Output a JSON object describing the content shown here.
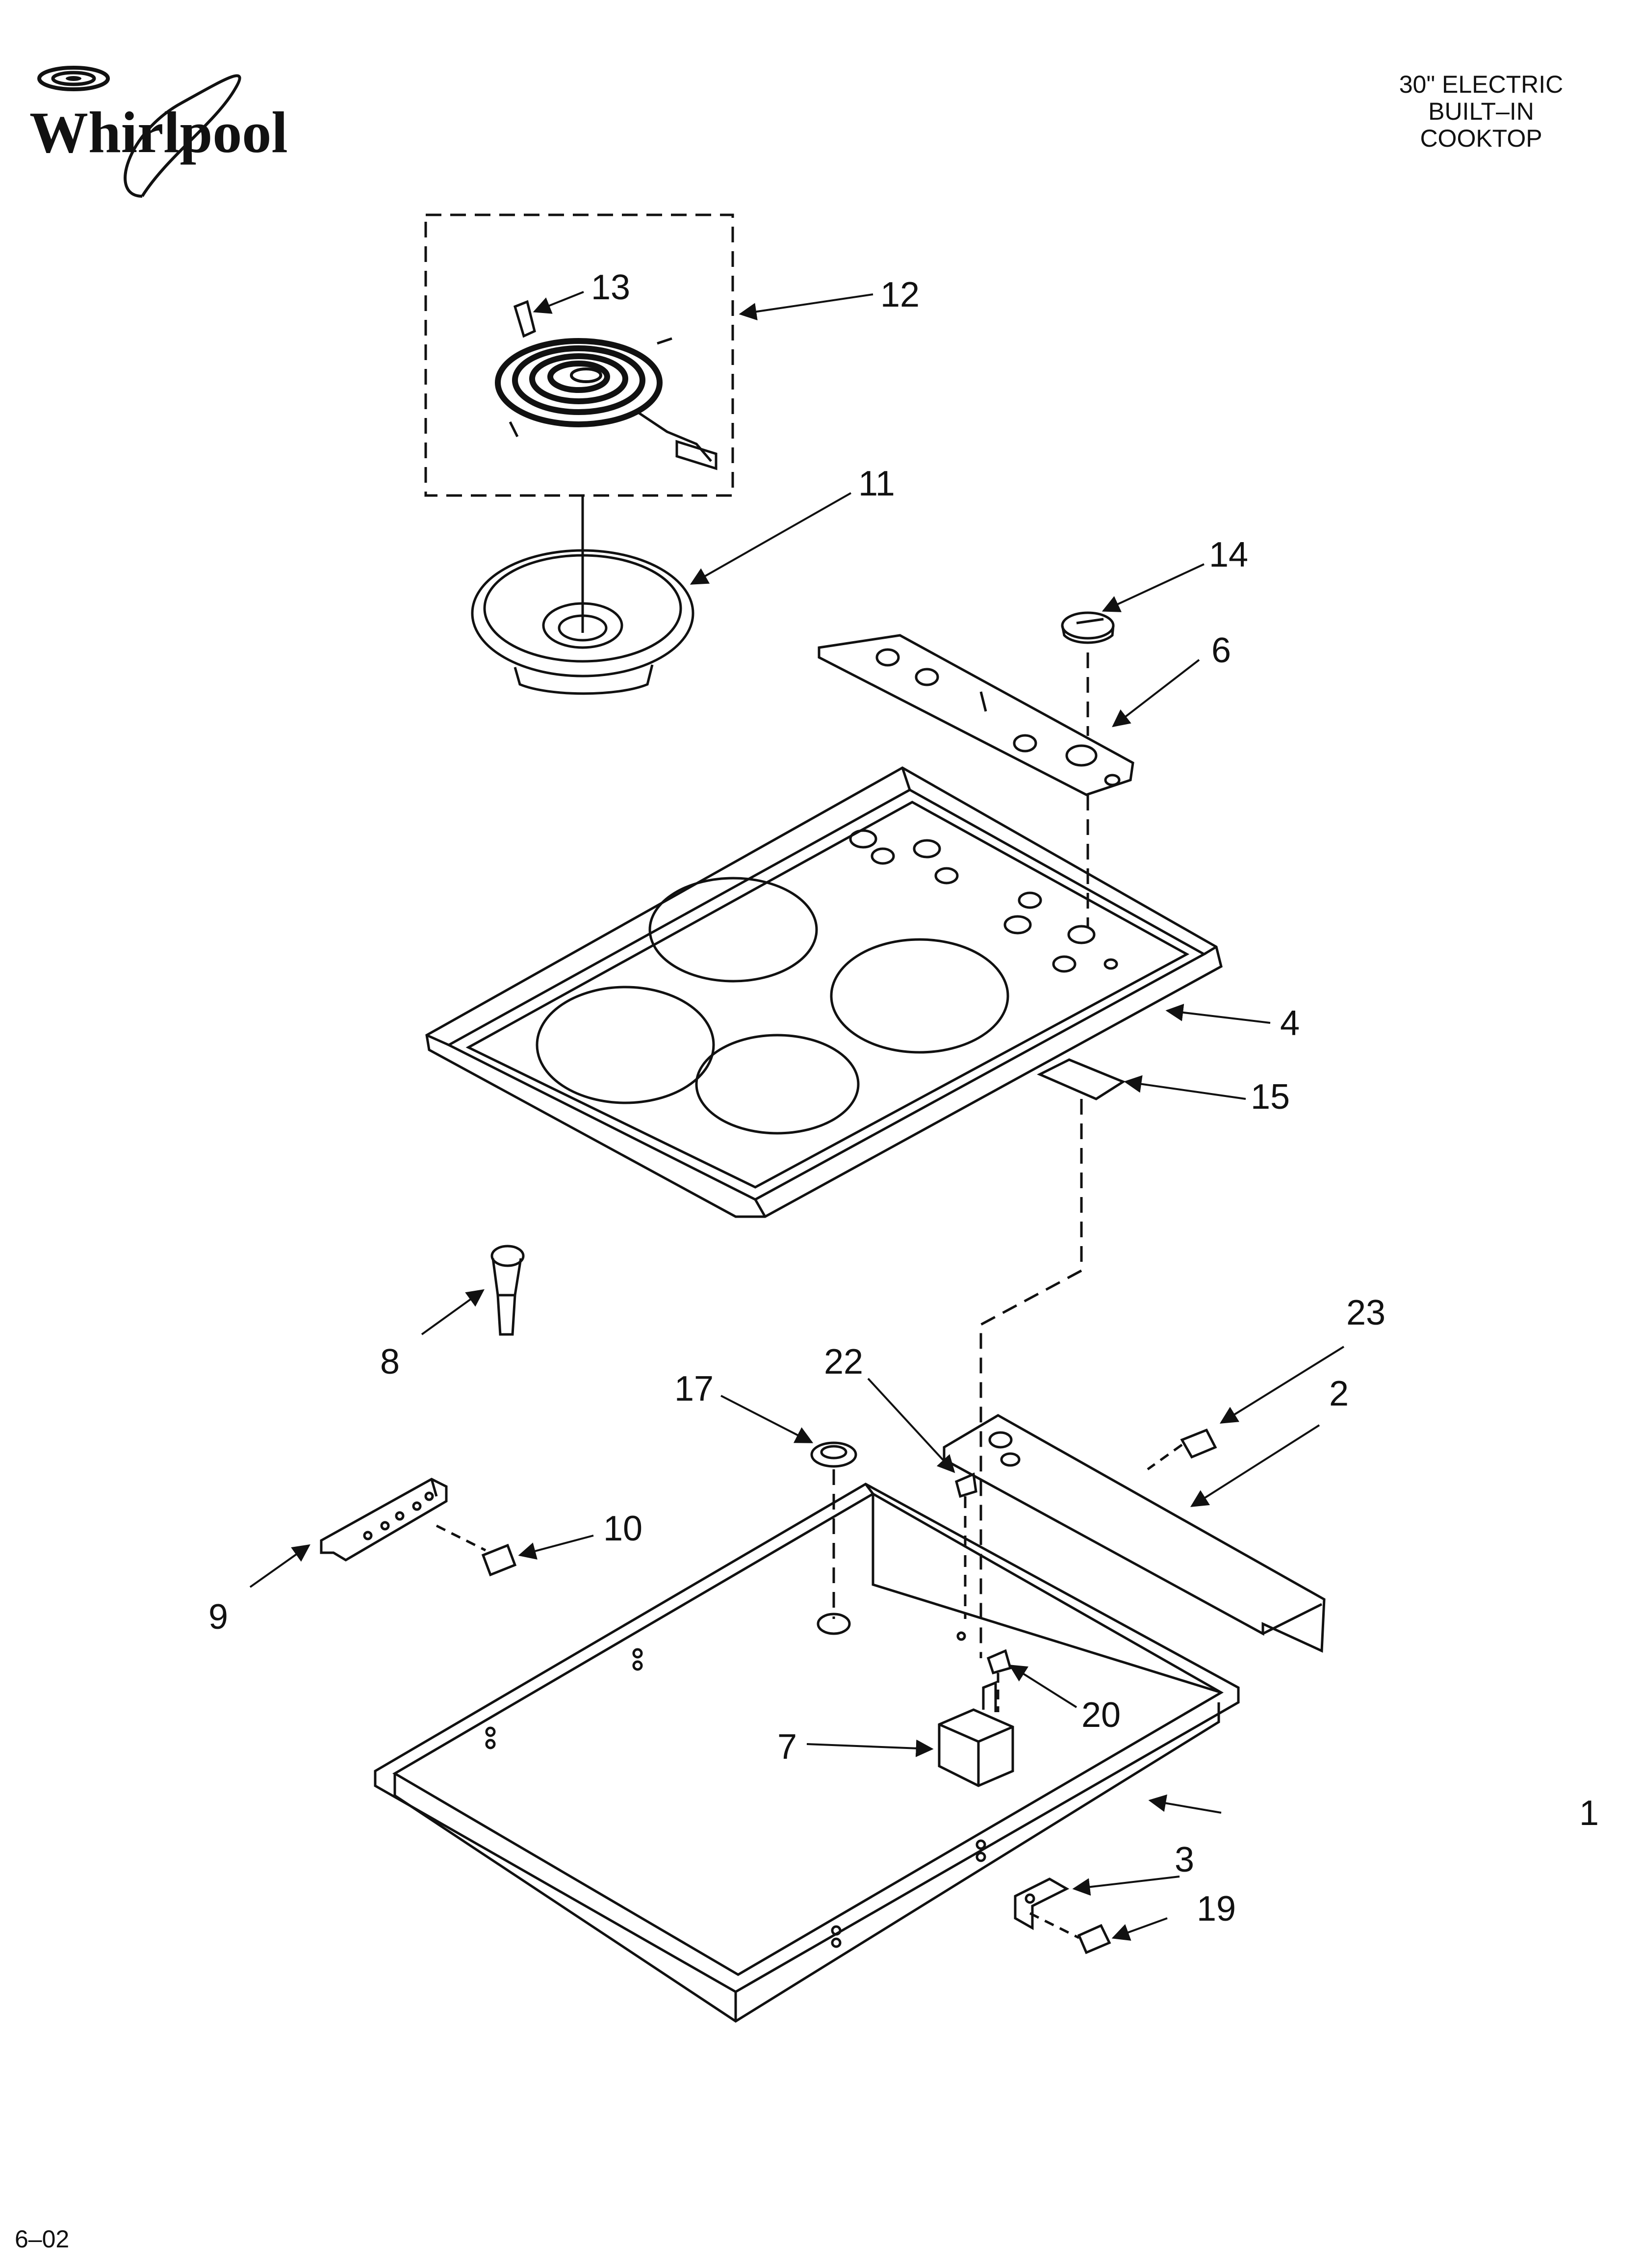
{
  "brand": {
    "name": "Whirlpool"
  },
  "title": {
    "line1": "30\" ELECTRIC",
    "line2": "BUILT–IN",
    "line3": "COOKTOP"
  },
  "footer": {
    "code": "6–02"
  },
  "callouts": [
    "1",
    "2",
    "3",
    "4",
    "6",
    "7",
    "8",
    "9",
    "10",
    "11",
    "12",
    "13",
    "14",
    "15",
    "17",
    "19",
    "20",
    "22",
    "23"
  ],
  "stroke_color": "#111111"
}
